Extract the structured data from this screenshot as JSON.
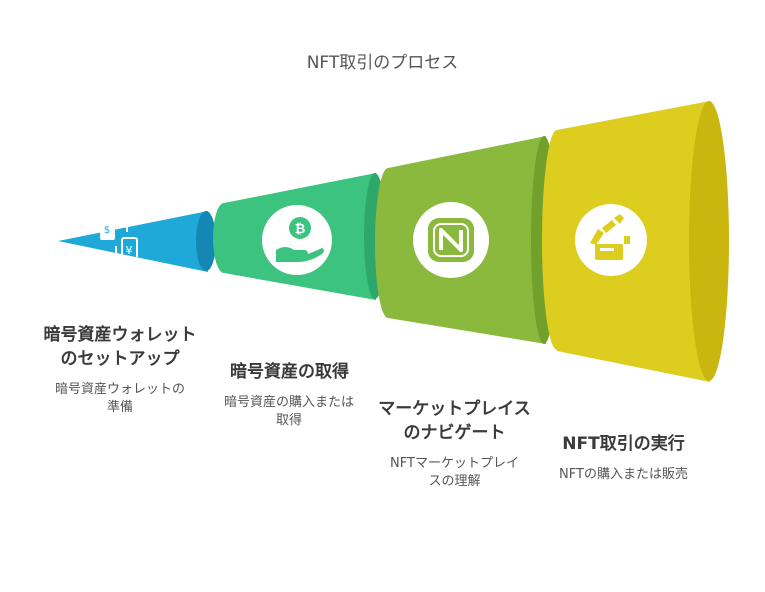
{
  "title": "NFT取引のプロセス",
  "stages": [
    {
      "heading": "暗号資産ウォレットのセットアップ",
      "description": "暗号資産ウォレットの準備",
      "icon": "wallet-exchange-icon",
      "color": "#1ea9d8"
    },
    {
      "heading": "暗号資産の取得",
      "description": "暗号資産の購入または取得",
      "icon": "hand-coin-icon",
      "color": "#3cc37f"
    },
    {
      "heading": "マーケットプレイスのナビゲート",
      "description": "NFTマーケットプレイスの理解",
      "icon": "nft-marketplace-icon",
      "color": "#8ab93e"
    },
    {
      "heading": "NFT取引の実行",
      "description": "NFTの購入または販売",
      "icon": "robot-arm-icon",
      "color": "#dccd1e"
    }
  ]
}
